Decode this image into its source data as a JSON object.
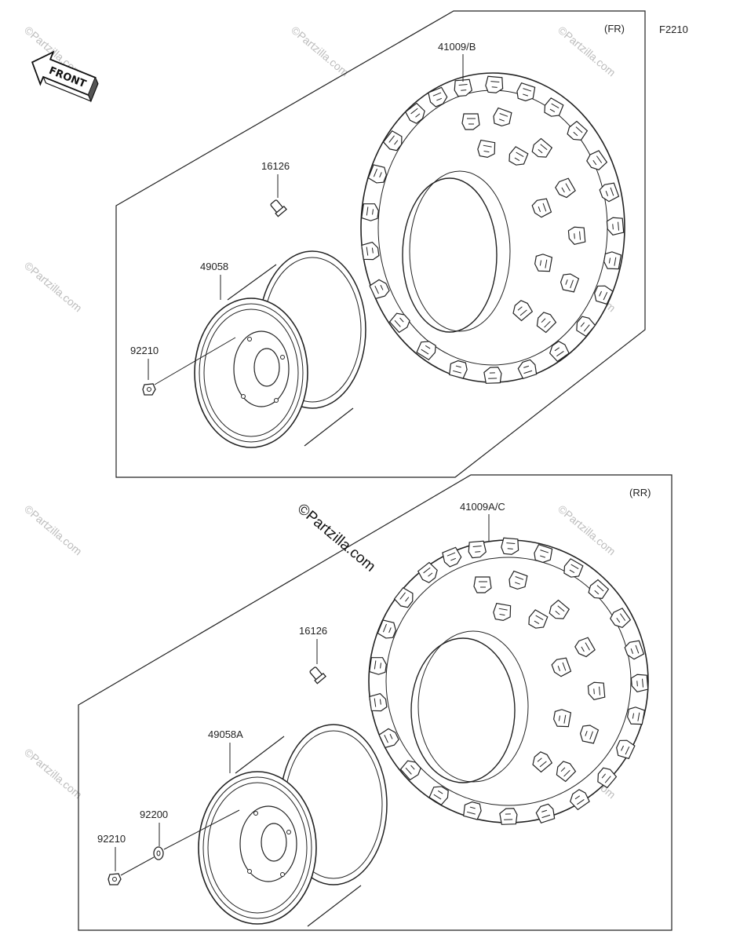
{
  "figure_code": "F2210",
  "front_label": "FRONT",
  "sections": [
    {
      "tag": "(FR)",
      "parts": {
        "tire": "41009/B",
        "valve": "16126",
        "wheel": "49058",
        "nut": "92210"
      }
    },
    {
      "tag": "(RR)",
      "parts": {
        "tire": "41009A/C",
        "valve": "16126",
        "wheel": "49058A",
        "washer": "92200",
        "nut": "92210"
      }
    }
  ],
  "watermark": {
    "main": "©Partzilla.com",
    "small": "©Partzilla.com"
  }
}
